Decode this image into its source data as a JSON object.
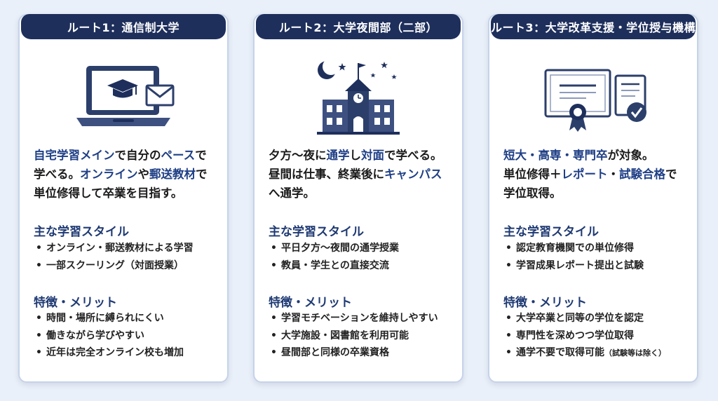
{
  "cards": [
    {
      "title": "ルート1：通信制大学",
      "intro": [
        {
          "hl": "自宅学習メイン",
          "t": "で自分の"
        },
        {
          "hl": "ペース",
          "t": "で"
        },
        {
          "hl": "",
          "t": "学べる。"
        },
        {
          "hl": "オンライン",
          "t": "や"
        },
        {
          "hl": "郵送教材",
          "t": "で"
        },
        {
          "hl": "",
          "t": "単位修得して卒業を目指す。"
        }
      ],
      "style_title": "主な学習スタイル",
      "style_items": [
        "オンライン・郵送教材による学習",
        "一部スクーリング（対面授業）"
      ],
      "merit_title": "特徴・メリット",
      "merit_items": [
        "時間・場所に縛られにくい",
        "働きながら学びやすい",
        "近年は完全オンライン校も増加"
      ],
      "icon": "laptop-graduation-icon"
    },
    {
      "title": "ルート2：大学夜間部（二部）",
      "intro": [
        {
          "hl": "",
          "t": "夕方〜夜に"
        },
        {
          "hl": "通学",
          "t": "し"
        },
        {
          "hl": "対面",
          "t": "で学べる。"
        },
        {
          "hl": "",
          "t": "昼間は仕事、終業後に"
        },
        {
          "hl": "キャンパス",
          "t": ""
        },
        {
          "hl": "",
          "t": "へ通学。"
        }
      ],
      "style_title": "主な学習スタイル",
      "style_items": [
        "平日夕方〜夜間の通学授業",
        "教員・学生との直接交流"
      ],
      "merit_title": "特徴・メリット",
      "merit_items": [
        "学習モチベーションを維持しやすい",
        "大学施設・図書館を利用可能",
        "昼間部と同様の卒業資格"
      ],
      "icon": "night-school-icon"
    },
    {
      "title": "ルート3：大学改革支援・学位授与機構",
      "intro": [
        {
          "hl": "短大・高専・専門卒",
          "t": "が対象。"
        },
        {
          "hl": "",
          "t": "単位修得＋"
        },
        {
          "hl": "レポート",
          "t": "・"
        },
        {
          "hl": "試験合格",
          "t": "で"
        },
        {
          "hl": "",
          "t": "学位取得。"
        }
      ],
      "style_title": "主な学習スタイル",
      "style_items": [
        "認定教育機関での単位修得",
        "学習成果レポート提出と試験"
      ],
      "merit_title": "特徴・メリット",
      "merit_items": [
        "大学卒業と同等の学位を認定",
        "専門性を深めつつ学位取得",
        "通学不要で取得可能"
      ],
      "merit_note": "（試験等は除く）",
      "icon": "certificate-document-icon"
    }
  ],
  "colors": {
    "navy": "#1e2f5c",
    "accent": "#1f3f86",
    "bg": "#eaf0f9"
  }
}
